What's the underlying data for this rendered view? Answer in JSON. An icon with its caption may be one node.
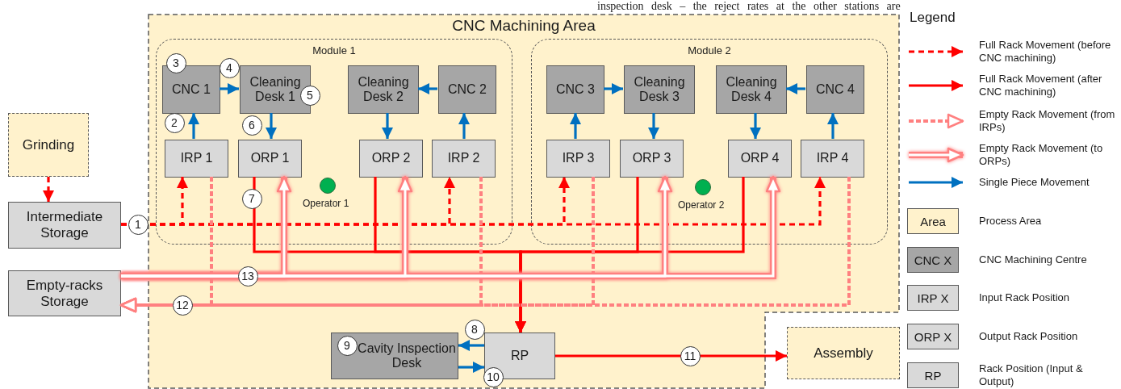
{
  "diagram": {
    "nodes": [
      {
        "text": [
          "CNC Machining Area"
        ]
      },
      {
        "text": [
          "Module 1"
        ],
        "in": 0
      },
      {
        "text": [
          "Module 2"
        ],
        "in": 0
      },
      {
        "text": [
          "CNC 1"
        ],
        "in": 1
      },
      {
        "text": [
          "Cleaning Desk 1"
        ],
        "in": 1
      },
      {
        "text": [
          "Cleaning Desk 2"
        ],
        "in": 1
      },
      {
        "text": [
          "CNC 2"
        ],
        "in": 1
      },
      {
        "text": [
          "IRP 1"
        ],
        "in": 1
      },
      {
        "text": [
          "ORP 1"
        ],
        "in": 1
      },
      {
        "text": [
          "ORP 2"
        ],
        "in": 1
      },
      {
        "text": [
          "IRP 2"
        ],
        "in": 1
      },
      {
        "text": [
          "CNC 3"
        ],
        "in": 2
      },
      {
        "text": [
          "Cleaning Desk 3"
        ],
        "in": 2
      },
      {
        "text": [
          "Cleaning Desk 4"
        ],
        "in": 2
      },
      {
        "text": [
          "CNC 4"
        ],
        "in": 2
      },
      {
        "text": [
          "IRP 3"
        ],
        "in": 2
      },
      {
        "text": [
          "ORP 3"
        ],
        "in": 2
      },
      {
        "text": [
          "ORP 4"
        ],
        "in": 2
      },
      {
        "text": [
          "IRP 4"
        ],
        "in": 2
      },
      {
        "text": [
          "Grinding"
        ]
      },
      {
        "text": [
          "Intermediate Storage"
        ]
      },
      {
        "text": [
          "Empty-racks Storage"
        ]
      },
      {
        "text": [
          "Cavity Inspection Desk"
        ],
        "in": 0
      },
      {
        "text": [
          "RP"
        ],
        "in": 0
      },
      {
        "text": [
          "Assembly"
        ]
      },
      {
        "text": [],
        "shape": "circle",
        "beside": [
          "Operator 1"
        ],
        "in": 1
      },
      {
        "text": [],
        "shape": "circle",
        "beside": [
          "Operator 2"
        ],
        "in": 2
      }
    ],
    "edges": [
      {
        "from": 7,
        "to": 3,
        "arrow": "to",
        "color": "#0070c0"
      },
      {
        "from": 3,
        "to": 4,
        "arrow": "to",
        "color": "#0070c0"
      },
      {
        "from": 4,
        "to": 8,
        "arrow": "to",
        "color": "#0070c0"
      },
      {
        "from": 6,
        "to": 5,
        "arrow": "to",
        "color": "#0070c0"
      },
      {
        "from": 5,
        "to": 9,
        "arrow": "to",
        "color": "#0070c0"
      },
      {
        "from": 10,
        "to": 6,
        "arrow": "to",
        "color": "#0070c0"
      },
      {
        "from": 15,
        "to": 11,
        "arrow": "to",
        "color": "#0070c0"
      },
      {
        "from": 11,
        "to": 12,
        "arrow": "to",
        "color": "#0070c0"
      },
      {
        "from": 12,
        "to": 16,
        "arrow": "to",
        "color": "#0070c0"
      },
      {
        "from": 14,
        "to": 13,
        "arrow": "to",
        "color": "#0070c0"
      },
      {
        "from": 13,
        "to": 17,
        "arrow": "to",
        "color": "#0070c0"
      },
      {
        "from": 18,
        "to": 14,
        "arrow": "to",
        "color": "#0070c0"
      },
      {
        "from": 23,
        "to": 22,
        "arrow": "to",
        "color": "#0070c0"
      },
      {
        "from": 22,
        "to": 23,
        "arrow": "to",
        "color": "#0070c0"
      },
      {
        "from": 19,
        "to": 20,
        "arrow": "to",
        "style": "dashed",
        "color": "#ff0000"
      },
      {
        "from": 20,
        "to": 7,
        "arrow": "to",
        "style": "dashed",
        "color": "#ff0000"
      },
      {
        "from": 20,
        "to": 10,
        "arrow": "to",
        "style": "dashed",
        "color": "#ff0000"
      },
      {
        "from": 20,
        "to": 15,
        "arrow": "to",
        "style": "dashed",
        "color": "#ff0000"
      },
      {
        "from": 20,
        "to": 18,
        "arrow": "to",
        "style": "dashed",
        "color": "#ff0000"
      },
      {
        "from": 8,
        "to": 23,
        "arrow": "to",
        "color": "#ff0000"
      },
      {
        "from": 9,
        "to": 23,
        "arrow": "to",
        "color": "#ff0000"
      },
      {
        "from": 16,
        "to": 23,
        "arrow": "to",
        "color": "#ff0000"
      },
      {
        "from": 17,
        "to": 23,
        "arrow": "to",
        "color": "#ff0000"
      },
      {
        "from": 23,
        "to": 24,
        "arrow": "to",
        "color": "#ff0000"
      },
      {
        "from": 7,
        "to": 21,
        "arrow": "to",
        "style": "dashed",
        "color": "#ff8080"
      },
      {
        "from": 10,
        "to": 21,
        "arrow": "to",
        "style": "dashed",
        "color": "#ff8080"
      },
      {
        "from": 15,
        "to": 21,
        "arrow": "to",
        "style": "dashed",
        "color": "#ff8080"
      },
      {
        "from": 18,
        "to": 21,
        "arrow": "to",
        "style": "dashed",
        "color": "#ff8080"
      },
      {
        "from": 21,
        "to": 8,
        "arrow": "to",
        "style": "thick",
        "color": "#ff8080"
      },
      {
        "from": 21,
        "to": 9,
        "arrow": "to",
        "style": "thick",
        "color": "#ff8080"
      },
      {
        "from": 21,
        "to": 16,
        "arrow": "to",
        "style": "thick",
        "color": "#ff8080"
      },
      {
        "from": 21,
        "to": 17,
        "arrow": "to",
        "style": "thick",
        "color": "#ff8080"
      }
    ],
    "labels": [
      "inspection desk – the reject rates at the other stations are",
      "Legend",
      "3",
      "4",
      "5",
      "2",
      "6",
      "7",
      "1",
      "13",
      "12",
      "8",
      "9",
      "11",
      "10",
      "Area",
      "CNC X",
      "IRP X",
      "ORP X",
      "RP"
    ],
    "legend": [
      {
        "text": "Full Rack Movement (before CNC machining)"
      },
      {
        "text": "Full Rack Movement (after CNC machining)"
      },
      {
        "text": "Empty Rack Movement (from IRPs)"
      },
      {
        "text": "Empty Rack Movement (to ORPs)"
      },
      {
        "text": "Single Piece Movement"
      },
      {
        "text": "Process Area"
      },
      {
        "text": "CNC Machining Centre"
      },
      {
        "text": "Input Rack Position"
      },
      {
        "text": "Output Rack Position"
      },
      {
        "text": "Rack Position (Input & Output)"
      }
    ]
  }
}
